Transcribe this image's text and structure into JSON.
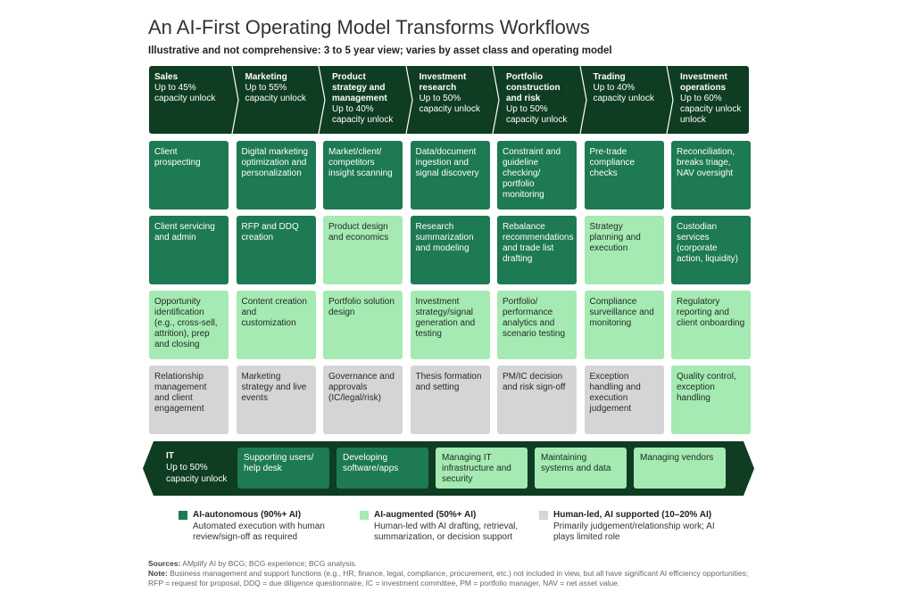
{
  "title": "An AI-First Operating Model Transforms Workflows",
  "subtitle": "Illustrative and not comprehensive: 3 to 5 year view; varies by asset class and operating model",
  "columns": [
    {
      "name": "Sales",
      "unlock": "Up to 45% capacity unlock"
    },
    {
      "name": "Marketing",
      "unlock": "Up to 55% capacity unlock"
    },
    {
      "name": "Product strategy and management",
      "unlock": "Up to 40% capacity unlock"
    },
    {
      "name": "Investment research",
      "unlock": "Up to 50% capacity unlock"
    },
    {
      "name": "Portfolio construction and risk",
      "unlock": "Up to 50% capacity unlock"
    },
    {
      "name": "Trading",
      "unlock": "Up to 40% capacity unlock"
    },
    {
      "name": "Investment operations",
      "unlock": "Up to 60% capacity unlock unlock"
    }
  ],
  "rows": [
    [
      {
        "t": "Client prospecting",
        "k": "A"
      },
      {
        "t": "Digital marketing optimization and personalization",
        "k": "A"
      },
      {
        "t": "Market/client/ competitors insight scanning",
        "k": "A"
      },
      {
        "t": "Data/document ingestion and signal discovery",
        "k": "A"
      },
      {
        "t": "Constraint and guideline checking/ portfolio monitoring",
        "k": "A"
      },
      {
        "t": "Pre-trade compliance checks",
        "k": "A"
      },
      {
        "t": "Reconciliation, breaks triage, NAV oversight",
        "k": "A"
      }
    ],
    [
      {
        "t": "Client servicing and admin",
        "k": "A"
      },
      {
        "t": "RFP and DDQ creation",
        "k": "A"
      },
      {
        "t": "Product design and economics",
        "k": "B"
      },
      {
        "t": "Research summarization and modeling",
        "k": "A"
      },
      {
        "t": "Rebalance recommendations and trade list drafting",
        "k": "A"
      },
      {
        "t": "Strategy planning and execution",
        "k": "B"
      },
      {
        "t": "Custodian services (corporate action, liquidity)",
        "k": "A"
      }
    ],
    [
      {
        "t": "Opportunity identification (e.g., cross-sell, attrition), prep and closing",
        "k": "B"
      },
      {
        "t": "Content creation and customization",
        "k": "B"
      },
      {
        "t": "Portfolio solution design",
        "k": "B"
      },
      {
        "t": "Investment strategy/signal generation and testing",
        "k": "B"
      },
      {
        "t": "Portfolio/ performance analytics and scenario testing",
        "k": "B"
      },
      {
        "t": "Compliance surveillance and monitoring",
        "k": "B"
      },
      {
        "t": "Regulatory reporting and client onboarding",
        "k": "B"
      }
    ],
    [
      {
        "t": "Relationship management and client engagement",
        "k": "C"
      },
      {
        "t": "Marketing strategy and live events",
        "k": "C"
      },
      {
        "t": "Governance and approvals (IC/legal/risk)",
        "k": "C"
      },
      {
        "t": "Thesis formation and setting",
        "k": "C"
      },
      {
        "t": "PM/IC decision and risk sign-off",
        "k": "C"
      },
      {
        "t": "Exception handling and execution judgement",
        "k": "C"
      },
      {
        "t": "Quality control, exception handling",
        "k": "B"
      }
    ]
  ],
  "it": {
    "name": "IT",
    "unlock": "Up to 50% capacity unlock",
    "items": [
      {
        "t": "Supporting users/ help desk",
        "k": "A"
      },
      {
        "t": "Developing software/apps",
        "k": "A"
      },
      {
        "t": "Managing IT infrastructure and security",
        "k": "B"
      },
      {
        "t": "Maintaining systems and data",
        "k": "B"
      },
      {
        "t": "Managing vendors",
        "k": "B"
      }
    ]
  },
  "legend": [
    {
      "title": "AI-autonomous (90%+ AI)",
      "desc": "Automated execution with human review/sign-off as required",
      "color": "#1d7a52"
    },
    {
      "title": "AI-augmented (50%+ AI)",
      "desc": "Human-led with AI drafting, retrieval, summarization, or decision support",
      "color": "#a5e9b3"
    },
    {
      "title": "Human-led, AI supported (10–20% AI)",
      "desc": "Primarily judgement/relationship work; AI plays limited role",
      "color": "#d5d5d5"
    }
  ],
  "footer": {
    "sources_label": "Sources:",
    "sources": "AMplify AI by BCG; BCG experience; BCG analysis.",
    "note_label": "Note:",
    "note": "Business management and support functions (e.g., HR, finance, legal, compliance, procurement, etc.) not included in view, but all have significant AI efficiency opportunities; RFP = request for proposal, DDQ = due diligence questionnaire, IC = investment committee, PM = portfolio manager, NAV = net asset value."
  }
}
